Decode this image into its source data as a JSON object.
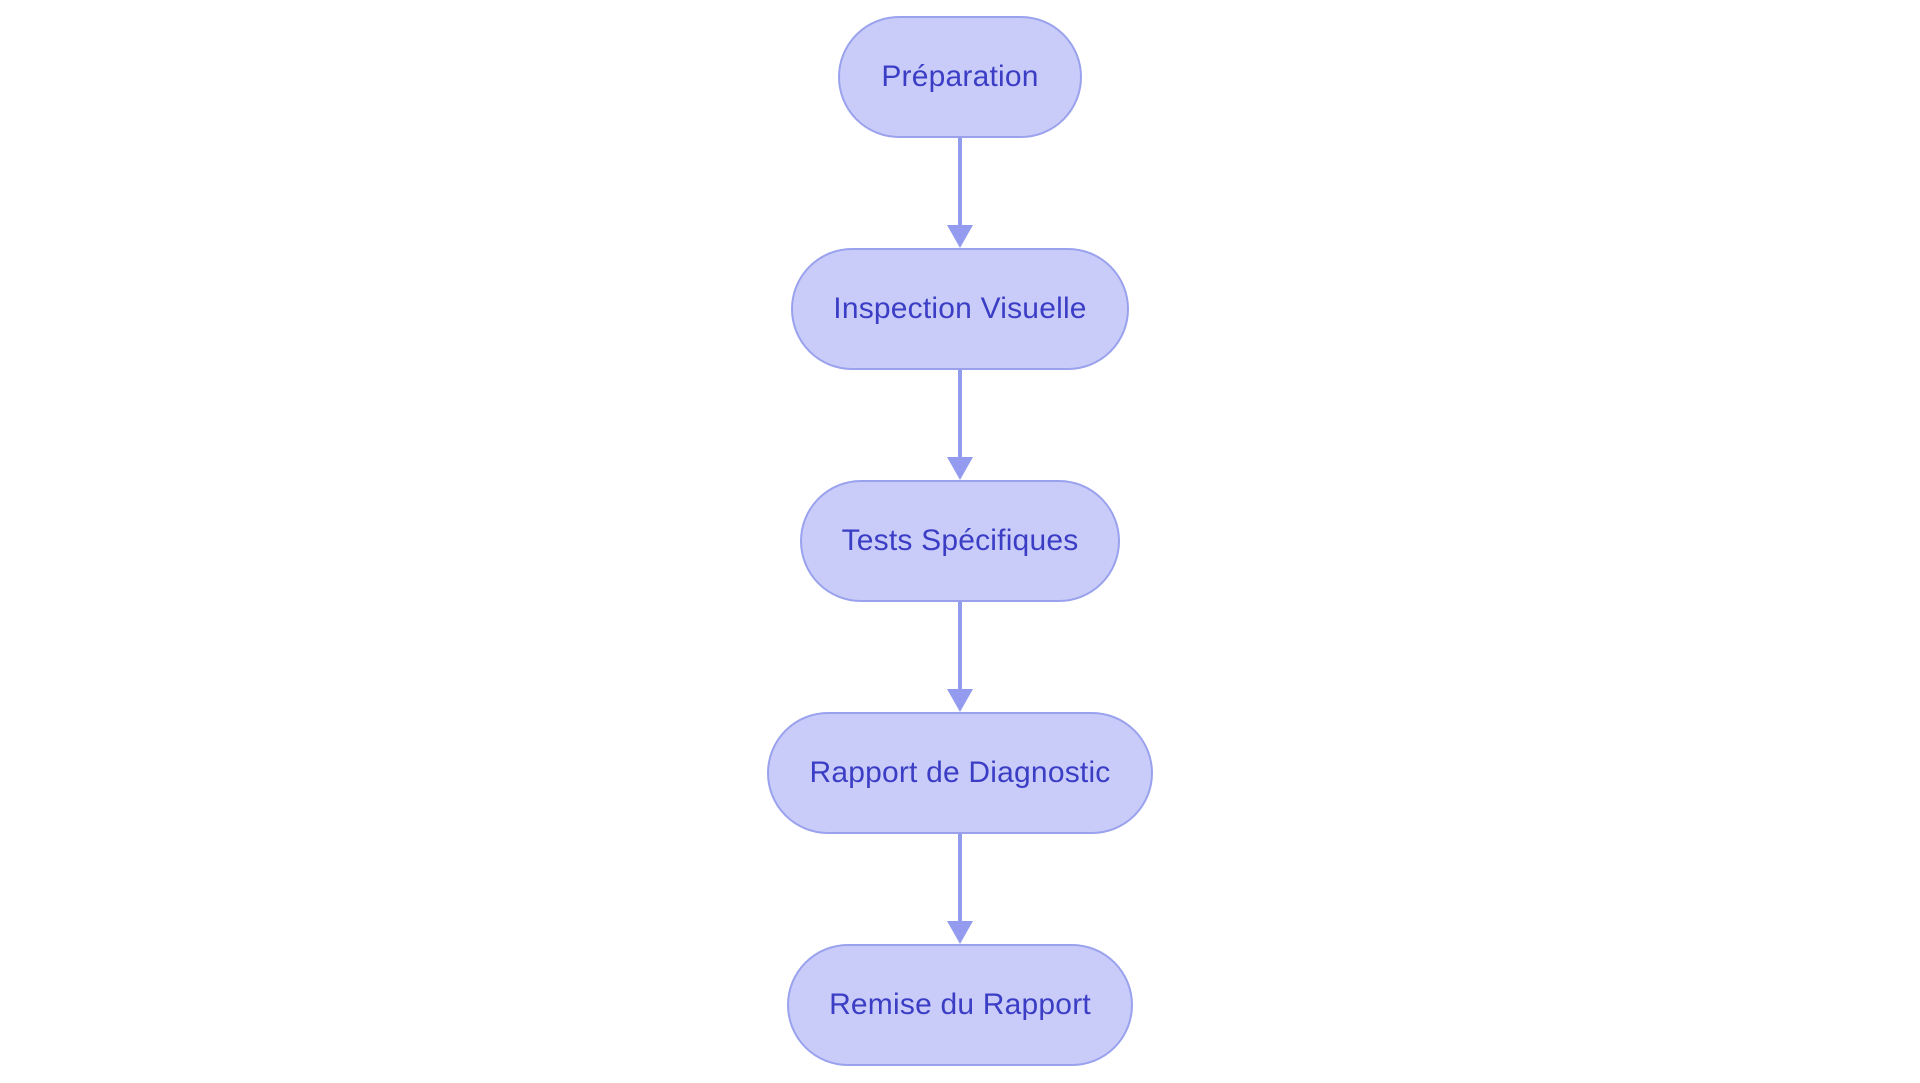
{
  "diagram": {
    "type": "flowchart",
    "direction": "top-down",
    "colors": {
      "background": "#ffffff",
      "node_fill": "#c9ccf9",
      "node_border": "#9aa2ee",
      "node_text": "#3b3ec5",
      "arrow": "#939bee"
    },
    "nodes": [
      {
        "id": "preparation",
        "label": "Préparation"
      },
      {
        "id": "inspection-visuelle",
        "label": "Inspection Visuelle"
      },
      {
        "id": "tests-specifiques",
        "label": "Tests Spécifiques"
      },
      {
        "id": "rapport-de-diagnostic",
        "label": "Rapport de Diagnostic"
      },
      {
        "id": "remise-du-rapport",
        "label": "Remise du Rapport"
      }
    ],
    "edges": [
      {
        "from": "preparation",
        "to": "inspection-visuelle"
      },
      {
        "from": "inspection-visuelle",
        "to": "tests-specifiques"
      },
      {
        "from": "tests-specifiques",
        "to": "rapport-de-diagnostic"
      },
      {
        "from": "rapport-de-diagnostic",
        "to": "remise-du-rapport"
      }
    ]
  }
}
